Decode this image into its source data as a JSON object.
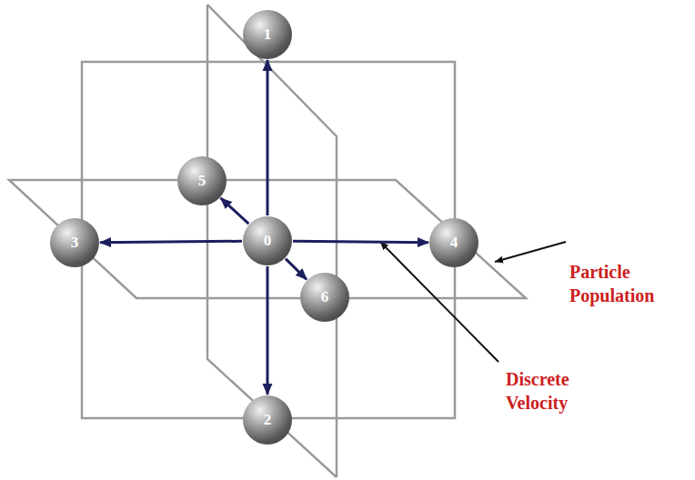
{
  "diagram": {
    "nodes": [
      {
        "text": [
          "1"
        ]
      },
      {
        "text": [
          "5"
        ]
      },
      {
        "text": [
          "3"
        ]
      },
      {
        "text": [
          "0"
        ]
      },
      {
        "text": [
          "4"
        ]
      },
      {
        "text": [
          "6"
        ]
      },
      {
        "text": [
          "2"
        ]
      }
    ],
    "edges": [
      {
        "from": 3,
        "to": 0,
        "arrow": "to"
      },
      {
        "from": 3,
        "to": 6,
        "arrow": "to"
      },
      {
        "from": 3,
        "to": 2,
        "arrow": "to"
      },
      {
        "from": 3,
        "to": 4,
        "arrow": "to"
      },
      {
        "from": 3,
        "to": 1,
        "arrow": "to"
      },
      {
        "from": 3,
        "to": 5,
        "arrow": "to"
      }
    ],
    "labels": [
      "Particle Population",
      "Discrete Velocity"
    ]
  }
}
